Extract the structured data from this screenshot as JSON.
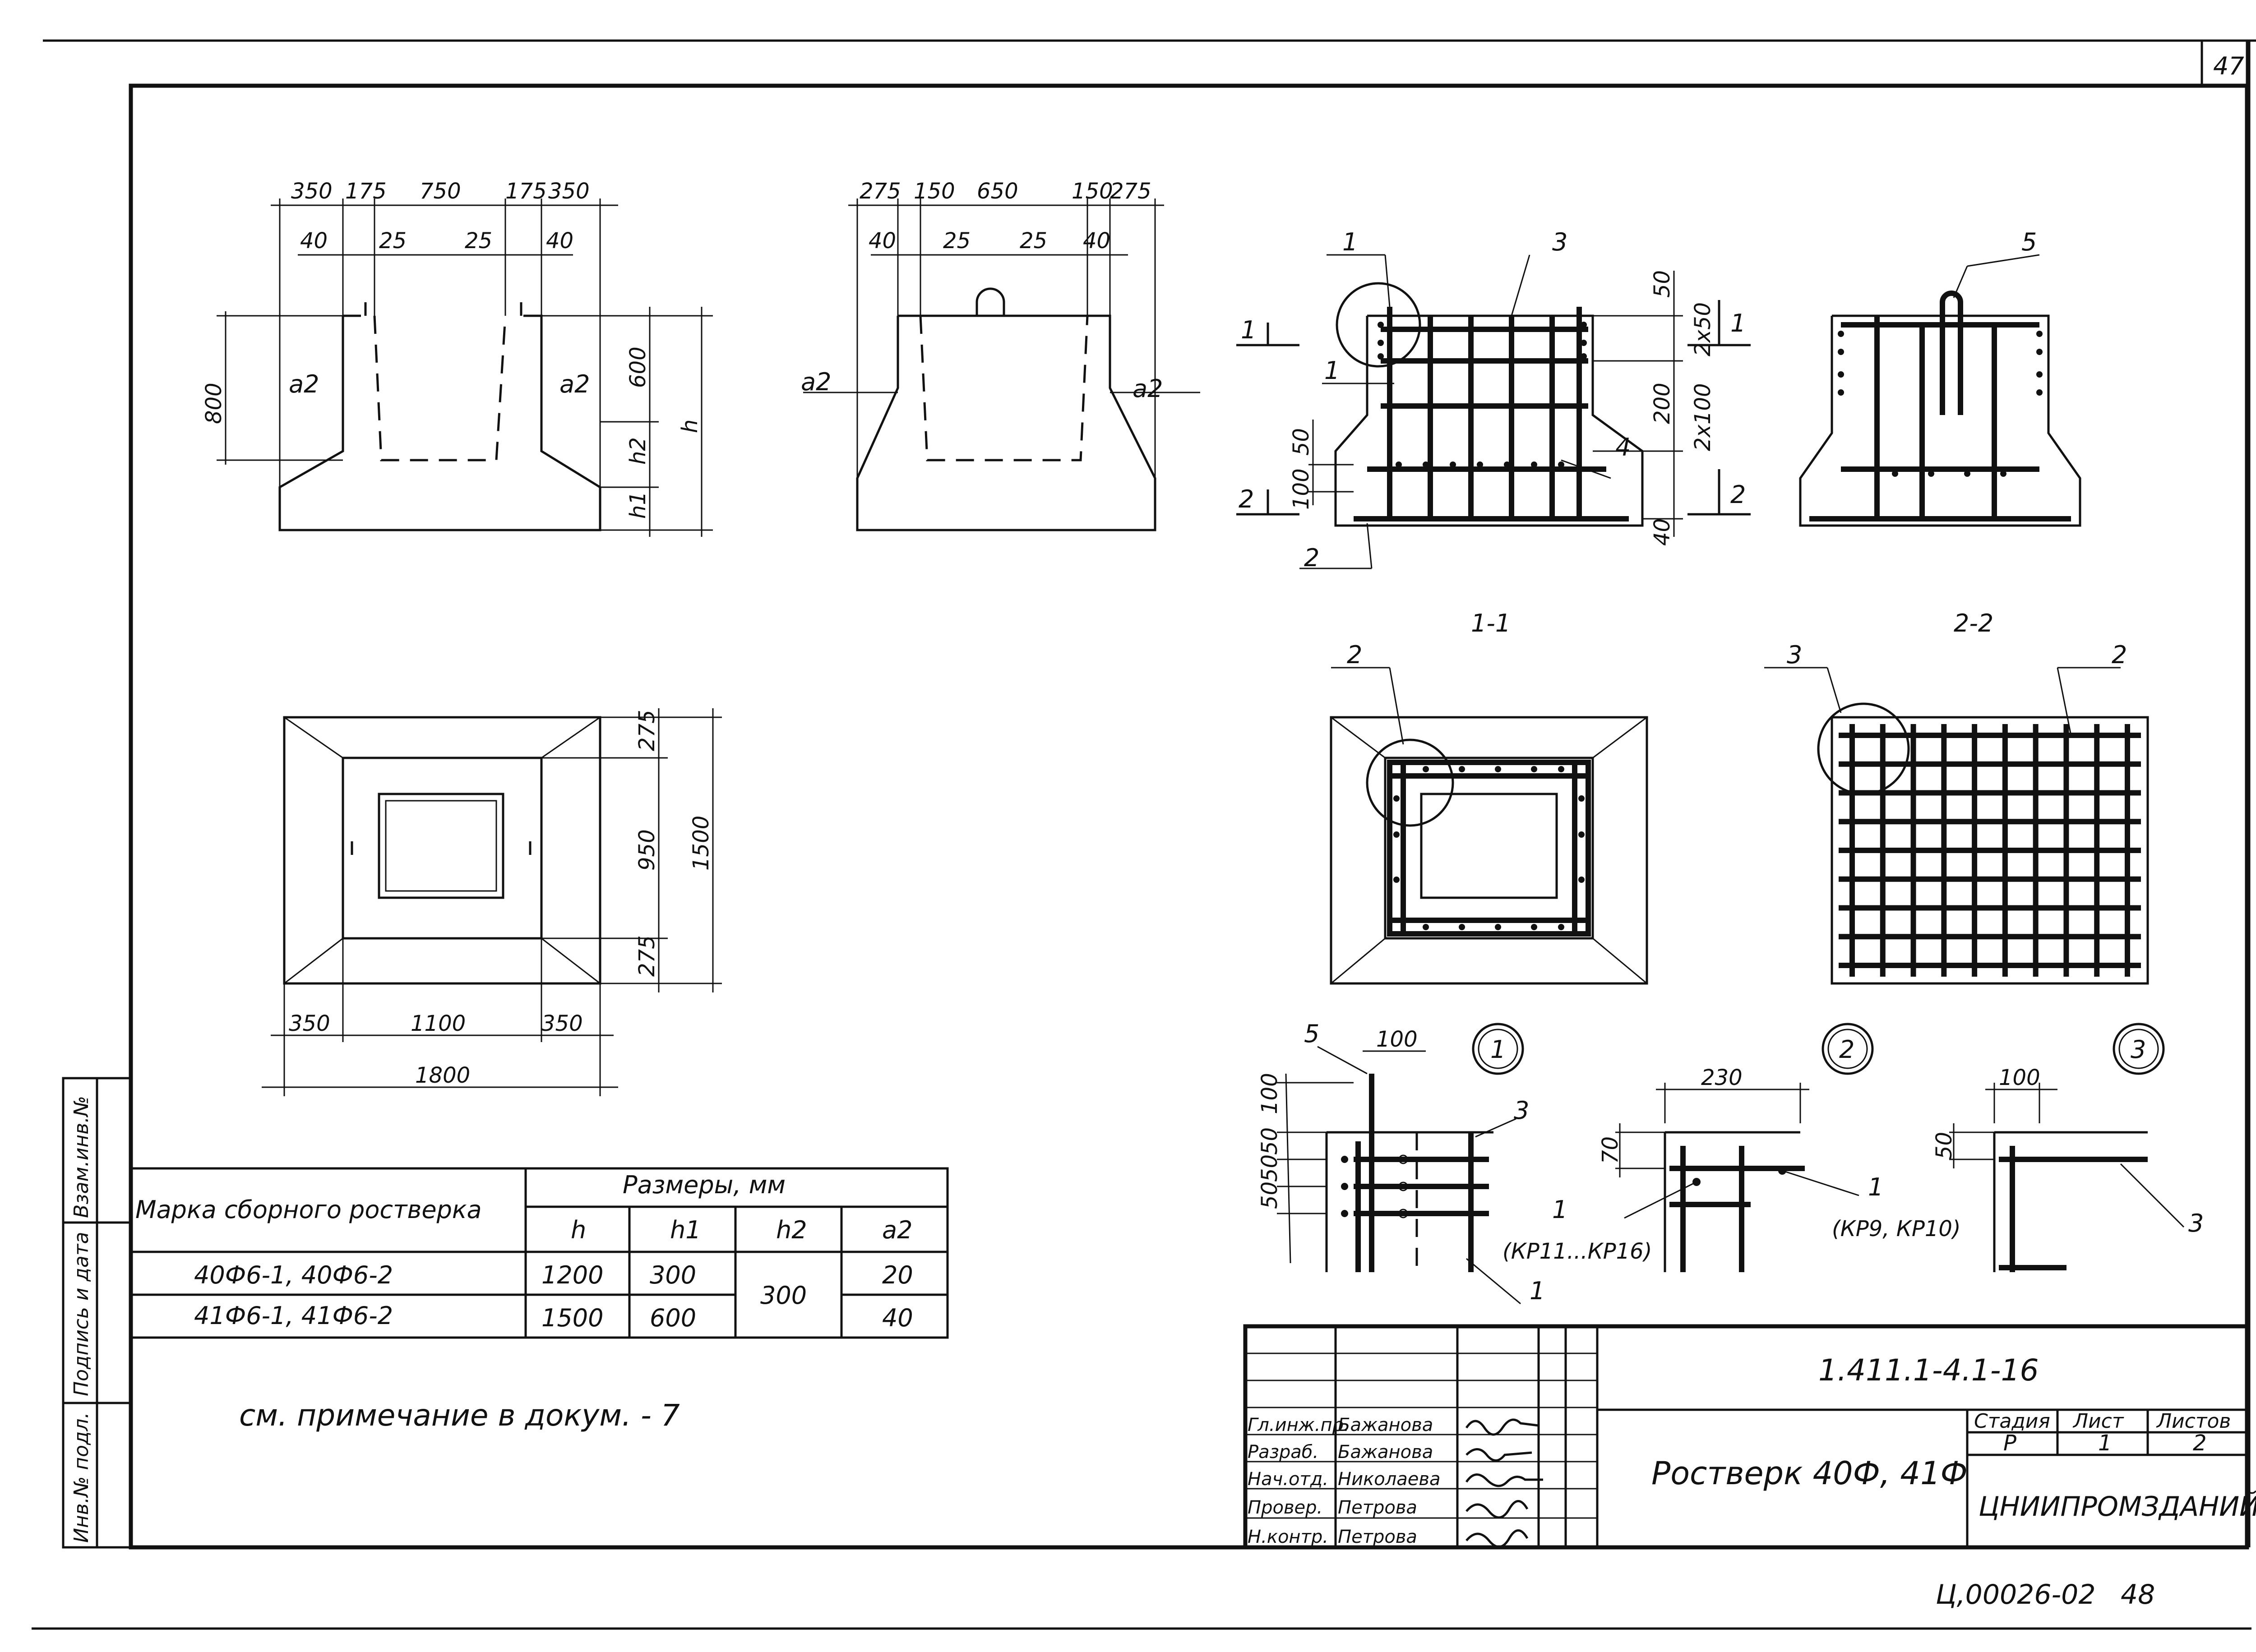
{
  "sheet_number_top": "47",
  "footer": {
    "archive_code": "Ц,00026-02",
    "page": "48"
  },
  "side_stamp": [
    "Инв.№ подл.",
    "Подпись и дата",
    "Взам.инв.№"
  ],
  "views": {
    "front_top_dims": [
      "350",
      "175",
      "750",
      "175",
      "350"
    ],
    "front_inner_dims": [
      "40",
      "25",
      "25",
      "40"
    ],
    "front_height_dims": [
      "800",
      "600",
      "h2",
      "h1",
      "h"
    ],
    "front_side_labels": [
      "a2",
      "a2"
    ],
    "side_top_dims": [
      "275",
      "150",
      "650",
      "150",
      "275"
    ],
    "side_inner_dims": [
      "40",
      "25",
      "25",
      "40"
    ],
    "side_side_labels": [
      "a2",
      "a2"
    ],
    "plan_right_dims": [
      "275",
      "950",
      "275",
      "1500"
    ],
    "plan_bottom_dims": [
      "350",
      "1100",
      "350",
      "1800"
    ],
    "reinf_labels": [
      "1",
      "3",
      "1",
      "2",
      "4",
      "5"
    ],
    "reinf_dims": [
      "50",
      "2x50",
      "200",
      "2x100",
      "50",
      "100",
      "40"
    ],
    "section_marks": [
      "1",
      "1",
      "2",
      "2"
    ],
    "section_titles": [
      "1-1",
      "2-2"
    ],
    "section1_label": "2",
    "section2_labels": [
      "3",
      "2"
    ],
    "node_numbers": [
      "1",
      "2",
      "3"
    ],
    "node1": {
      "dims": [
        "100",
        "50",
        "50",
        "50",
        "100"
      ],
      "labels": [
        "5",
        "3",
        "1"
      ],
      "note": "(КР11...КР16)"
    },
    "node2": {
      "dims": [
        "230",
        "70"
      ],
      "labels": [
        "1"
      ],
      "note": "(КР9, КР10)"
    },
    "node3": {
      "dims": [
        "100",
        "50"
      ],
      "labels": [
        "3"
      ]
    }
  },
  "table": {
    "header_mark": "Марка сборного ростверка",
    "header_sizes": "Размеры, мм",
    "columns": [
      "h",
      "h1",
      "h2",
      "a2"
    ],
    "rows": [
      {
        "mark": "40Ф6-1, 40Ф6-2",
        "h": "1200",
        "h1": "300",
        "a2": "20"
      },
      {
        "mark": "41Ф6-1, 41Ф6-2",
        "h": "1500",
        "h1": "600",
        "a2": "40"
      }
    ],
    "h2_merged": "300"
  },
  "note": "см. примечание в докум. - 7",
  "title_block": {
    "doc_code": "1.411.1-4.1-16",
    "title": "Ростверк 40Ф, 41Ф",
    "stage_header": "Стадия",
    "sheet_header": "Лист",
    "sheets_header": "Листов",
    "stage": "Р",
    "sheet": "1",
    "sheets": "2",
    "organization": "ЦНИИПРОМЗДАНИЙ",
    "people": [
      {
        "role": "Гл.инж.пр.",
        "name": "Бажанова"
      },
      {
        "role": "Разраб.",
        "name": "Бажанова"
      },
      {
        "role": "Нач.отд.",
        "name": "Николаева"
      },
      {
        "role": "Провер.",
        "name": "Петрова"
      },
      {
        "role": "Н.контр.",
        "name": "Петрова"
      }
    ]
  }
}
